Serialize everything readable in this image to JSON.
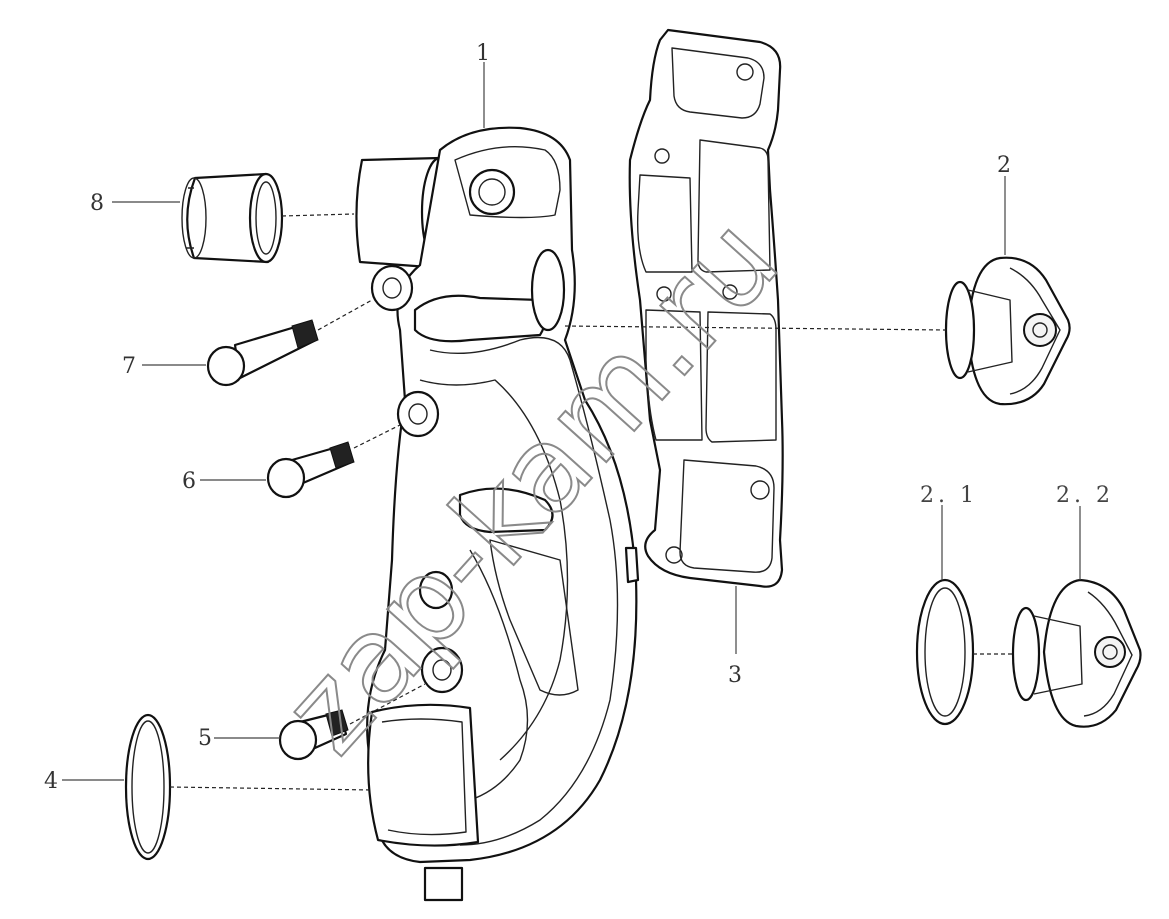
{
  "callouts": {
    "c1": "1",
    "c2": "2",
    "c21": "2. 1",
    "c22": "2. 2",
    "c3": "3",
    "c4": "4",
    "c5": "5",
    "c6": "6",
    "c7": "7",
    "c8": "8"
  },
  "watermark": "zap-kam.ru"
}
